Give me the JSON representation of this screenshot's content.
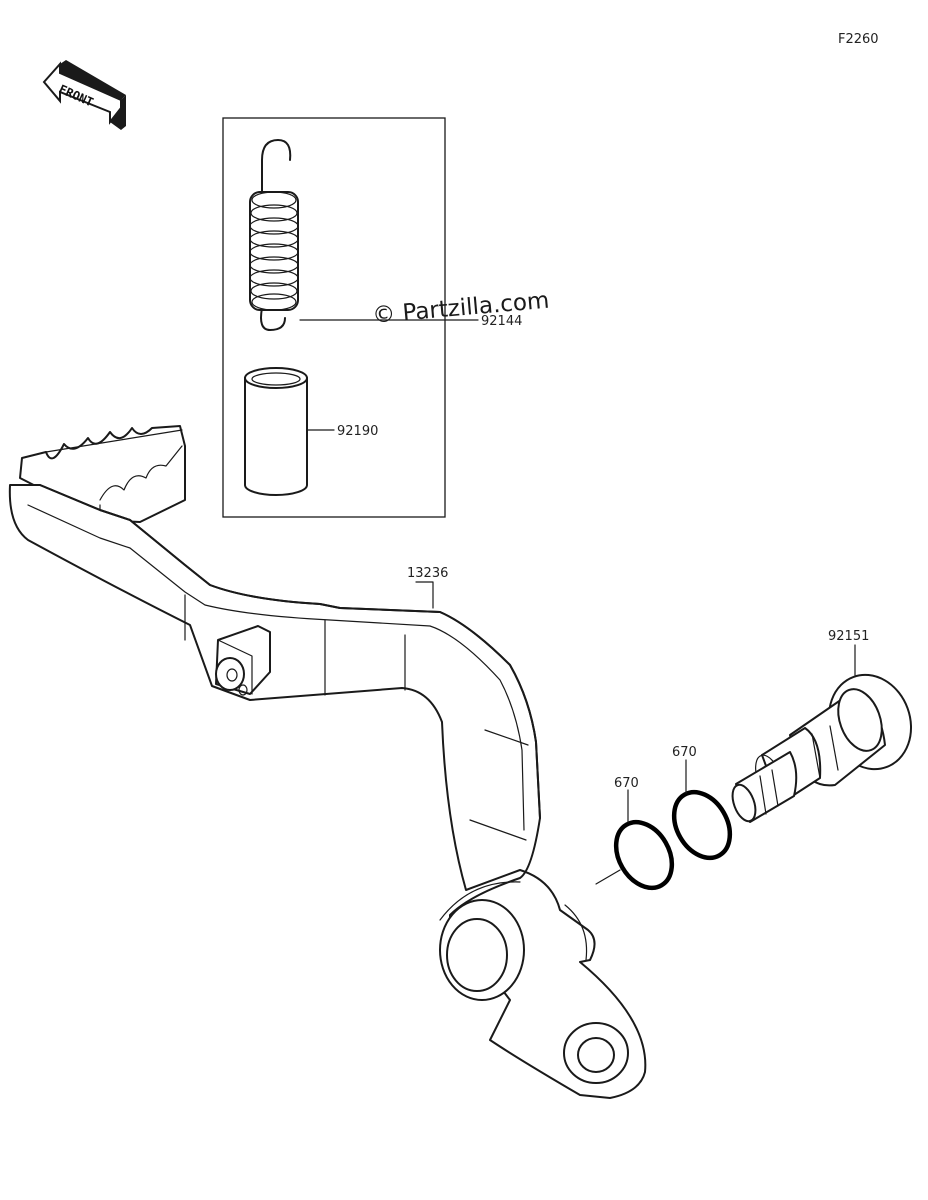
{
  "figure_code": "F2260",
  "front_label": "FRONT",
  "watermark": "© Partzilla.com",
  "parts": [
    {
      "number": "92144",
      "icon": "spring-icon"
    },
    {
      "number": "92190",
      "icon": "collar-icon"
    },
    {
      "number": "13236",
      "icon": "brake-pedal-icon"
    },
    {
      "number": "92151",
      "icon": "bolt-icon"
    },
    {
      "number": "670",
      "icon": "o-ring-icon"
    },
    {
      "number": "670",
      "icon": "o-ring-icon"
    }
  ]
}
